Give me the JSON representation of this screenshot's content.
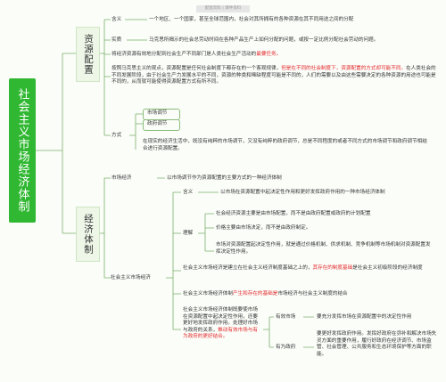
{
  "root": "社会主义市场经济体制",
  "watermark": "配套资料 | 课件资料",
  "section1": {
    "title": "资源配置",
    "meaning_label": "含义",
    "meaning_text": "一个地区、一个国家，甚至全球范围内，社会对其所拥有的各种资源在其不同用途之间的分配",
    "essence_label": "实质",
    "essence_text": "马克思所揭示的社会总劳动时间在各种产品生产上如何分配的问题，或按一定比例分配社会劳动的问题。",
    "reason_text": "将经济资源有效地分配到社会生产不同部门是人类社会生产活动的",
    "reason_red": "最要任务。",
    "principle_part1": "按照马克思主义的观点，资源配置是任何社会制度下都存在的一个客观规律，",
    "principle_red": "但是在不同的社会制度下，资源配置的方式却可能不同。",
    "principle_part2": "在人类社会的不同发展阶段，由于社会生产力发展水平的不同，资源的种类和稀缺程度可能是不同的，人们的需要以及由这些需要决定的各种资源的用途也可能是不同的，从而就可能使得资源配置方式有所不同。",
    "method_label": "方式",
    "method_market": "市场调节",
    "method_gov": "政府调节",
    "method_text": "在现实的经济生活中，既没有纯粹的市场调节，又没有纯粹的政府调节，总是不同程度的或者不同方式的市场调节和政府调节相结合进行资源配置。"
  },
  "section2": {
    "title": "经济体制",
    "market_econ_label": "市场经济",
    "market_econ_text": "以市场调节作为资源配置的主要方式的一种经济体制",
    "socialist_label": "社会主义市场经济",
    "meaning_label": "含义",
    "meaning_text": "以市场在资源配置中起决定性作用和更好发挥政府作用的一种市场经济体制",
    "understand_label": "理解",
    "understand_1": "社会经济资源主要是由市场配置，而不是由政府配置或政府的计划配置",
    "understand_2": "价格主要由市场决定，而不是由政府制定。",
    "understand_3": "市场对资源配置起决定性作用，就是通过价格机制、供求机制、竞争机制等市场机制对资源配置发挥决定性作用。",
    "basis_part1": "社会主义市场经济是建立在社会主义经济制度基础之上的，",
    "basis_red": "其存在的制度基础",
    "basis_part2": "是社会主义初级阶段的经济制度",
    "combine_part1": "社会主义市场经济体制",
    "combine_red": "产生和存在的基础是",
    "combine_part2": "市场经济与社会主义制度的结合",
    "req_part1": "社会主义市场经济体制既要使市场在资源配置中起决定性作用，还要更好地发挥政府作用。处理好市场与政府的关系，",
    "req_red": "推动有效市场与有为政府的更好结合。",
    "effective_label": "有效市场",
    "effective_text": "要充分发挥市场在资源配置中的决定性作用",
    "capable_label": "有为政府",
    "capable_text": "要更好发挥政府作用。发挥好政府在弥补和解决市场失灵方面的重要作用，履行好政府在经济调节、市场监管、社会管理、公共服务和生态环境保护等方面的职能。"
  }
}
